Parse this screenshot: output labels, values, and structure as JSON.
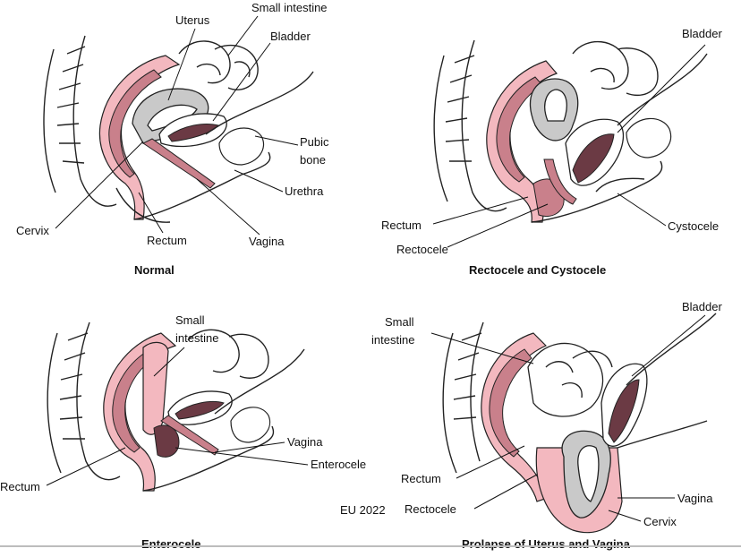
{
  "panels": {
    "normal": {
      "caption": "Normal",
      "labels": {
        "uterus": "Uterus",
        "small_intestine": "Small intestine",
        "bladder": "Bladder",
        "pubic_bone_1": "Pubic",
        "pubic_bone_2": "bone",
        "urethra": "Urethra",
        "cervix": "Cervix",
        "rectum": "Rectum",
        "vagina": "Vagina"
      }
    },
    "rectocele_cystocele": {
      "caption": "Rectocele and Cystocele",
      "labels": {
        "bladder": "Bladder",
        "rectum": "Rectum",
        "rectocele": "Rectocele",
        "cystocele": "Cystocele"
      }
    },
    "enterocele": {
      "caption": "Enterocele",
      "labels": {
        "small_intestine_1": "Small",
        "small_intestine_2": "intestine",
        "vagina": "Vagina",
        "enterocele": "Enterocele",
        "rectum": "Rectum"
      }
    },
    "prolapse": {
      "caption": "Prolapse of Uterus and Vagina",
      "labels": {
        "small_intestine_1": "Small",
        "small_intestine_2": "intestine",
        "bladder": "Bladder",
        "rectum": "Rectum",
        "rectocele": "Rectocele",
        "vagina": "Vagina",
        "cervix": "Cervix"
      }
    }
  },
  "stamp": "EU 2022",
  "colors": {
    "rectum_wall": "#f3b8bf",
    "mucosa": "#c9808b",
    "organ_gray": "#c9c9c9",
    "lumen_dark": "#6b3a44",
    "outline": "#222222"
  }
}
